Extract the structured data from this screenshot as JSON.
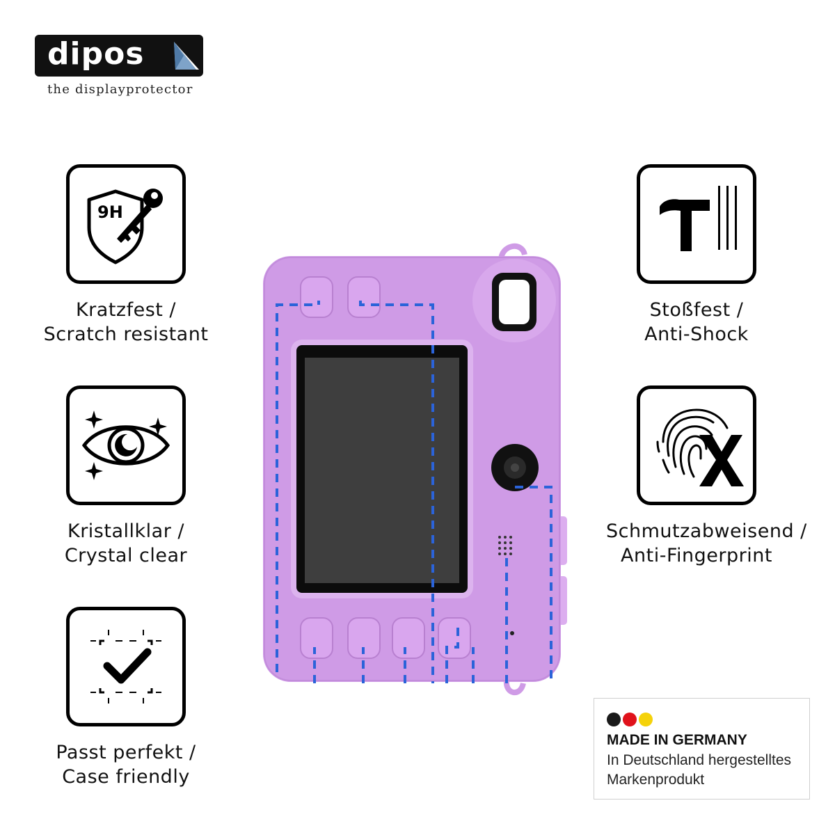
{
  "logo": {
    "brand": "dipos",
    "tagline": "the displayprotector"
  },
  "features": {
    "scratch": {
      "line1": "Kratzfest /",
      "line2": "Scratch resistant",
      "badge": "9H",
      "icon": "shield-key-icon"
    },
    "clear": {
      "line1": "Kristallklar /",
      "line2": "Crystal clear",
      "icon": "eye-sparkle-icon"
    },
    "fit": {
      "line1": "Passt perfekt /",
      "line2": "Case friendly",
      "icon": "check-frame-icon"
    },
    "shock": {
      "line1": "Stoßfest /",
      "line2": "Anti-Shock",
      "icon": "hammer-icon"
    },
    "fingerprint": {
      "line1": "Schmutzabweisend /",
      "line2": "Anti-Fingerprint",
      "icon": "fingerprint-x-icon"
    }
  },
  "product": {
    "body_color": "#cf9be6",
    "guide_color": "#2b63d9"
  },
  "made_in": {
    "title": "MADE IN GERMANY",
    "subtitle": "In Deutschland hergestelltes Markenprodukt",
    "flag_colors": [
      "#1a1a1a",
      "#e0121b",
      "#f5d20a"
    ]
  }
}
